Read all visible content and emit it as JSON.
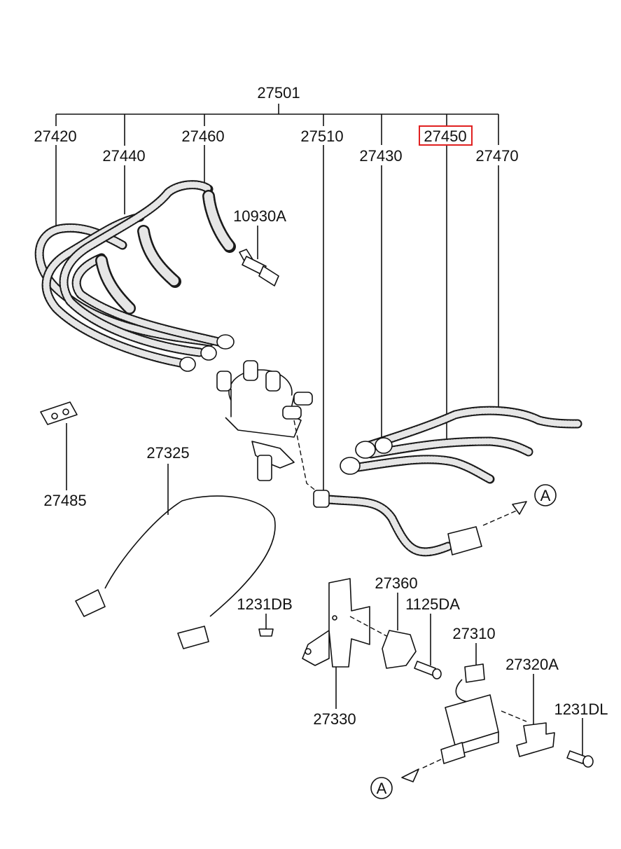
{
  "labels": {
    "assembly": "27501",
    "p27420": "27420",
    "p27440": "27440",
    "p27460": "27460",
    "p27510": "27510",
    "p27430": "27430",
    "p27450": "27450",
    "p27470": "27470",
    "p10930a": "10930A",
    "p27485": "27485",
    "p27325": "27325",
    "p27360": "27360",
    "p1125da": "1125DA",
    "p1231db": "1231DB",
    "p27310": "27310",
    "p27320a": "27320A",
    "p1231dl": "1231DL",
    "p27330": "27330",
    "refA": "A"
  },
  "highlight": {
    "part": "27450",
    "color": "#e02020"
  }
}
